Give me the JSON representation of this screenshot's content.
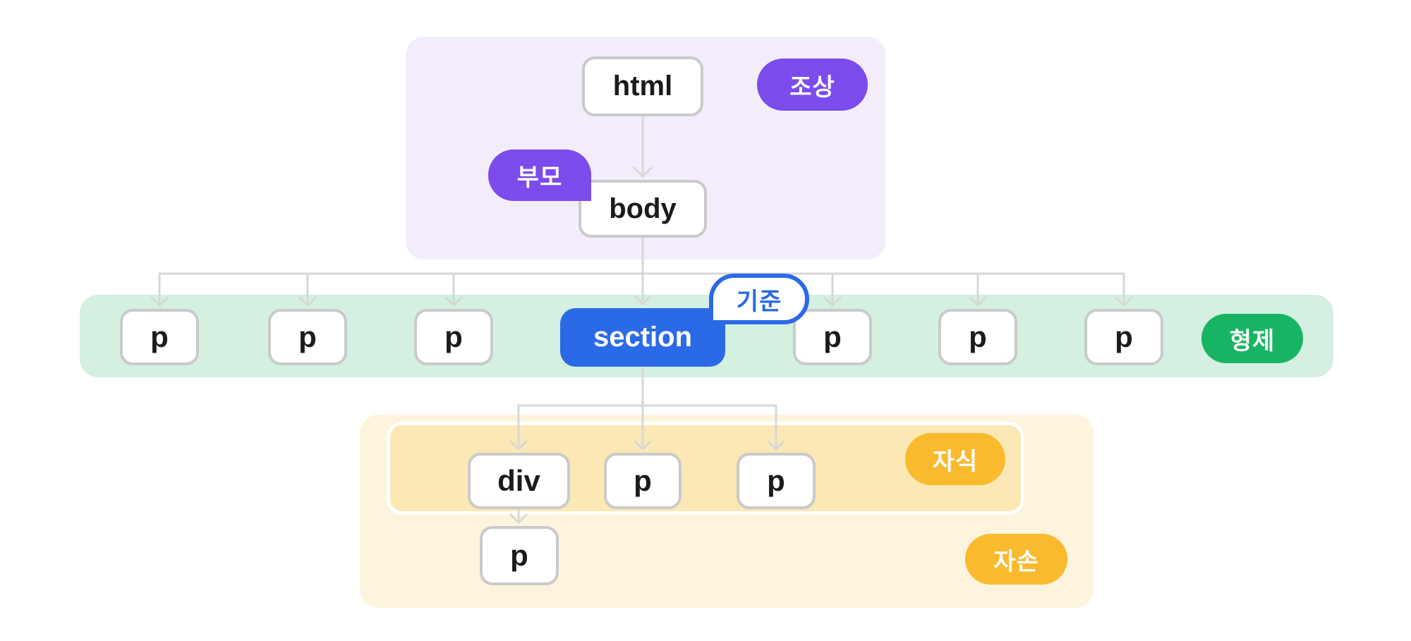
{
  "badges": {
    "ancestor": "조상",
    "parent": "부모",
    "base": "기준",
    "sibling": "형제",
    "child": "자식",
    "descendant": "자손"
  },
  "nodes": {
    "root": "html",
    "parent": "body",
    "base": "section",
    "siblings_left": [
      "p",
      "p",
      "p"
    ],
    "siblings_right": [
      "p",
      "p",
      "p"
    ],
    "children": [
      "div",
      "p",
      "p"
    ],
    "descendant": "p"
  },
  "colors": {
    "purple": "#7c4bec",
    "purple-bg": "#f3edfb",
    "mint-bg": "#d3f0e1",
    "green": "#17b463",
    "blue": "#2b6ae6",
    "amber": "#f9ba2e",
    "amber-bg": "#fbe8b4",
    "cream-bg": "#fdf4dd",
    "node-border": "#cacaca",
    "line": "#d7d7d7",
    "ink": "#1b1b1b"
  }
}
